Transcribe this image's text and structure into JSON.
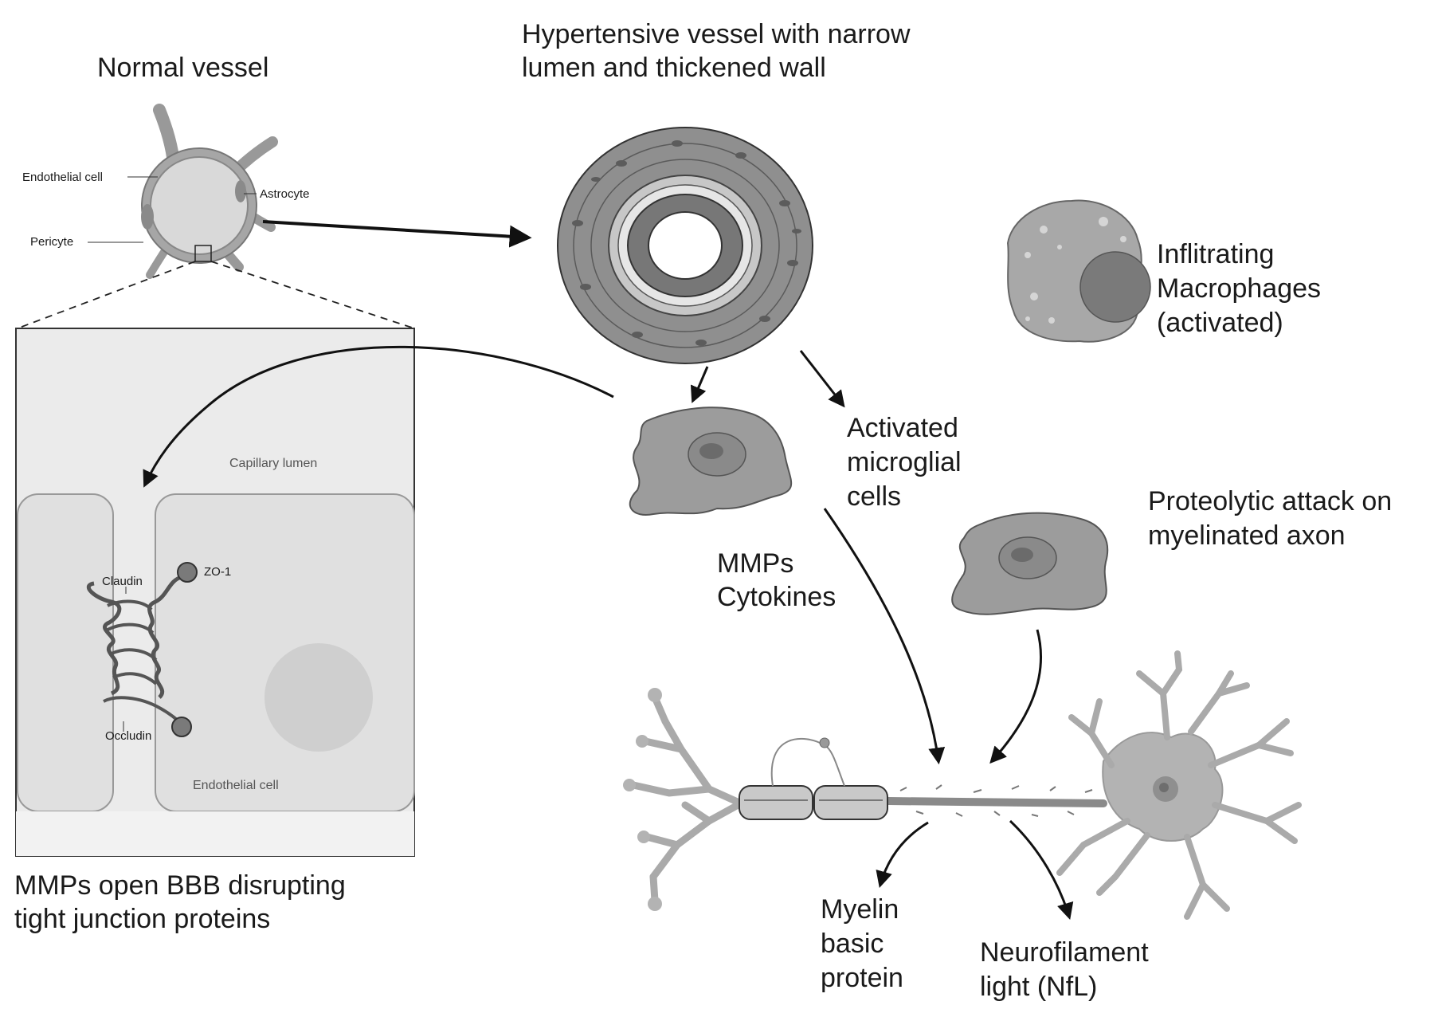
{
  "titles": {
    "normal_vessel": "Normal vessel",
    "hypertensive_line1": "Hypertensive vessel with narrow",
    "hypertensive_line2": "lumen and thickened wall"
  },
  "vessel_labels": {
    "endothelial_cell": "Endothelial cell",
    "astrocyte": "Astrocyte",
    "pericyte": "Pericyte"
  },
  "inset": {
    "capillary_lumen": "Capillary lumen",
    "claudin": "Claudin",
    "zo1": "ZO-1",
    "occludin": "Occludin",
    "endothelial_cell": "Endothelial cell",
    "caption_line1": "MMPs open BBB disrupting",
    "caption_line2": "tight junction proteins"
  },
  "macrophage": {
    "line1": "Inflitrating",
    "line2": "Macrophages",
    "line3": "(activated)"
  },
  "microglia": {
    "line1": "Activated",
    "line2": "microglial",
    "line3": "cells"
  },
  "mmps": {
    "line1": "MMPs",
    "line2": "Cytokines"
  },
  "proteolytic": {
    "line1": "Proteolytic attack on",
    "line2": "myelinated axon"
  },
  "products": {
    "mbp_line1": "Myelin",
    "mbp_line2": "basic",
    "mbp_line3": "protein",
    "nfl_line1": "Neurofilament",
    "nfl_line2": "light (NfL)"
  },
  "colors": {
    "cell_fill": "#9a9a9a",
    "cell_light": "#d4d4d4",
    "nucleus": "#777777",
    "outline": "#3a3a3a"
  }
}
